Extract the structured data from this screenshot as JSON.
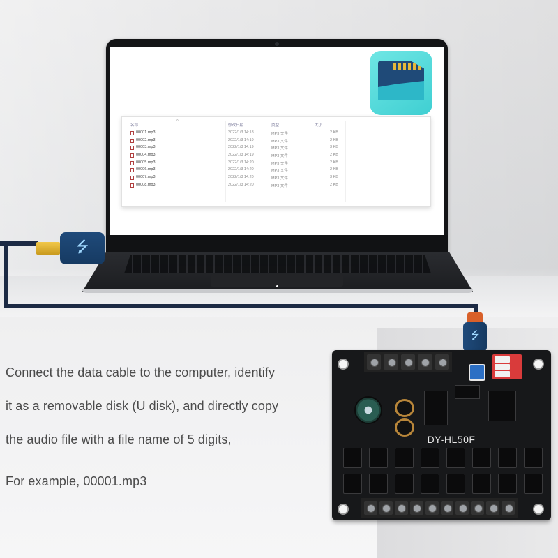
{
  "screen": {
    "file_list": {
      "columns": [
        "名称",
        "修改日期",
        "类型",
        "大小"
      ],
      "rows": [
        {
          "name": "00001.mp3",
          "date": "2022/1/3 14:18",
          "type": "MP3 文件",
          "size": "2 KB"
        },
        {
          "name": "00002.mp3",
          "date": "2022/1/3 14:19",
          "type": "MP3 文件",
          "size": "2 KB"
        },
        {
          "name": "00003.mp3",
          "date": "2022/1/3 14:19",
          "type": "MP3 文件",
          "size": "3 KB"
        },
        {
          "name": "00004.mp3",
          "date": "2022/1/3 14:19",
          "type": "MP3 文件",
          "size": "2 KB"
        },
        {
          "name": "00005.mp3",
          "date": "2022/1/3 14:20",
          "type": "MP3 文件",
          "size": "2 KB"
        },
        {
          "name": "00006.mp3",
          "date": "2022/1/3 14:20",
          "type": "MP3 文件",
          "size": "2 KB"
        },
        {
          "name": "00007.mp3",
          "date": "2022/1/3 14:20",
          "type": "MP3 文件",
          "size": "3 KB"
        },
        {
          "name": "00008.mp3",
          "date": "2022/1/3 14:20",
          "type": "MP3 文件",
          "size": "2 KB"
        }
      ]
    },
    "icon": "sd-card-icon"
  },
  "board": {
    "label": "DY-HL50F"
  },
  "caption": {
    "line1": "Connect the data cable to the computer, identify",
    "line2": "it as a removable disk (U disk), and directly copy",
    "line3": "the audio file with a file name of 5 digits,",
    "line4": "For example, 00001.mp3"
  },
  "colors": {
    "cable": "#1c2a44",
    "usb_plug": "#1f4a7a",
    "board": "#17181a",
    "sd_tile": "#3fcfd2"
  }
}
